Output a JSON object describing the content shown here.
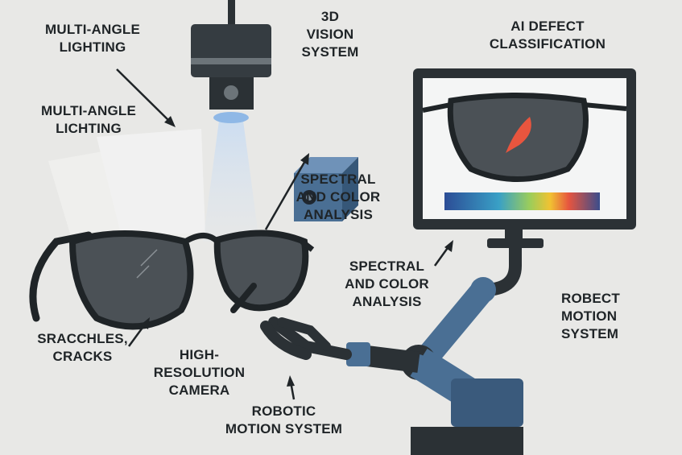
{
  "labels": {
    "lighting_top": [
      "MULTI-ANGLE",
      "LIGHTING"
    ],
    "lighting_mid": [
      "MULTI-ANGLE",
      "LICHTING"
    ],
    "vision_3d": [
      "3D",
      "VISION",
      "SYSTEM"
    ],
    "ai_defect": [
      "AI DEFECT",
      "CLASSIFICATION"
    ],
    "spectral_center": [
      "SPECTRAL",
      "AND COLOR",
      "ANALYSIS"
    ],
    "spectral_right": [
      "SPECTRAL",
      "AND COLOR",
      "ANALYSIS"
    ],
    "robect_motion": [
      "ROBECT",
      "MOTION",
      "SYSTEM"
    ],
    "scratches": [
      "SRACCHLES,",
      "CRACKS"
    ],
    "hires_camera": [
      "HIGH-",
      "RESOLUTION",
      "CAMERA"
    ],
    "robotic_motion": [
      "ROBOTIC",
      "MOTION SYSTEM"
    ]
  },
  "colors": {
    "background": "#e8e8e6",
    "dark": "#2b3135",
    "steel_blue": "#4a6f94",
    "lens_glow": "#8fb8e6",
    "defect": "#e8553e"
  }
}
